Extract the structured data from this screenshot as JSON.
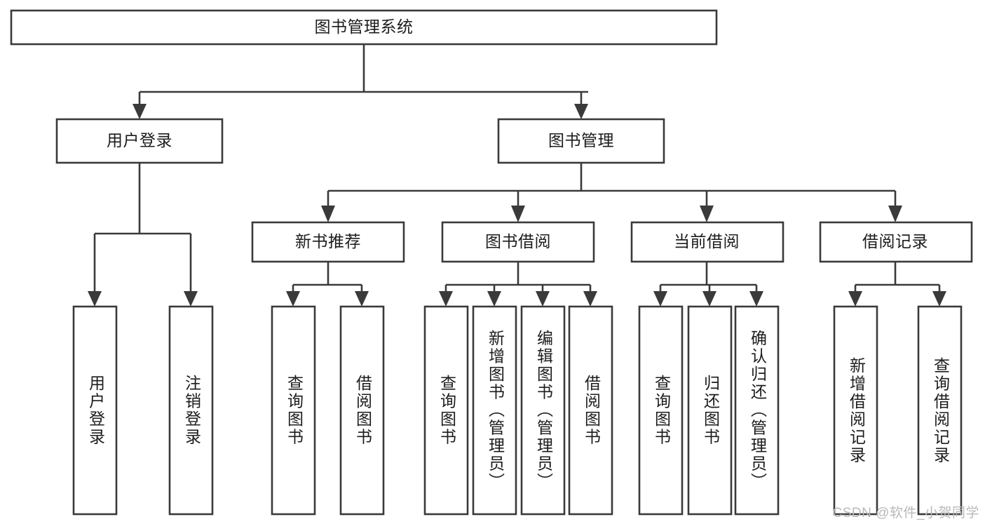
{
  "diagram": {
    "title": "图书管理系统",
    "type": "tree-hierarchy-chart",
    "background_color": "#ffffff",
    "line_color": "#3a3a3a",
    "text_color": "#1c1c1c",
    "root": {
      "label": "图书管理系统"
    },
    "level2": [
      {
        "label": "用户登录"
      },
      {
        "label": "图书管理"
      }
    ],
    "level3": [
      {
        "label": "新书推荐"
      },
      {
        "label": "图书借阅"
      },
      {
        "label": "当前借阅"
      },
      {
        "label": "借阅记录"
      }
    ],
    "leaves": {
      "user_login": [
        {
          "label": "用户登录"
        },
        {
          "label": "注销登录"
        }
      ],
      "new_book_recommend": [
        {
          "label": "查询图书"
        },
        {
          "label": "借阅图书"
        }
      ],
      "book_borrow": [
        {
          "label": "查询图书"
        },
        {
          "label": "新增图书（管理员）"
        },
        {
          "label": "编辑图书（管理员）"
        },
        {
          "label": "借阅图书"
        }
      ],
      "current_borrow": [
        {
          "label": "查询图书"
        },
        {
          "label": "归还图书"
        },
        {
          "label": "确认归还（管理员）"
        }
      ],
      "borrow_record": [
        {
          "label": "新增借阅记录"
        },
        {
          "label": "查询借阅记录"
        }
      ]
    }
  },
  "watermark": {
    "text": "CSDN @软件_小贺同学"
  }
}
